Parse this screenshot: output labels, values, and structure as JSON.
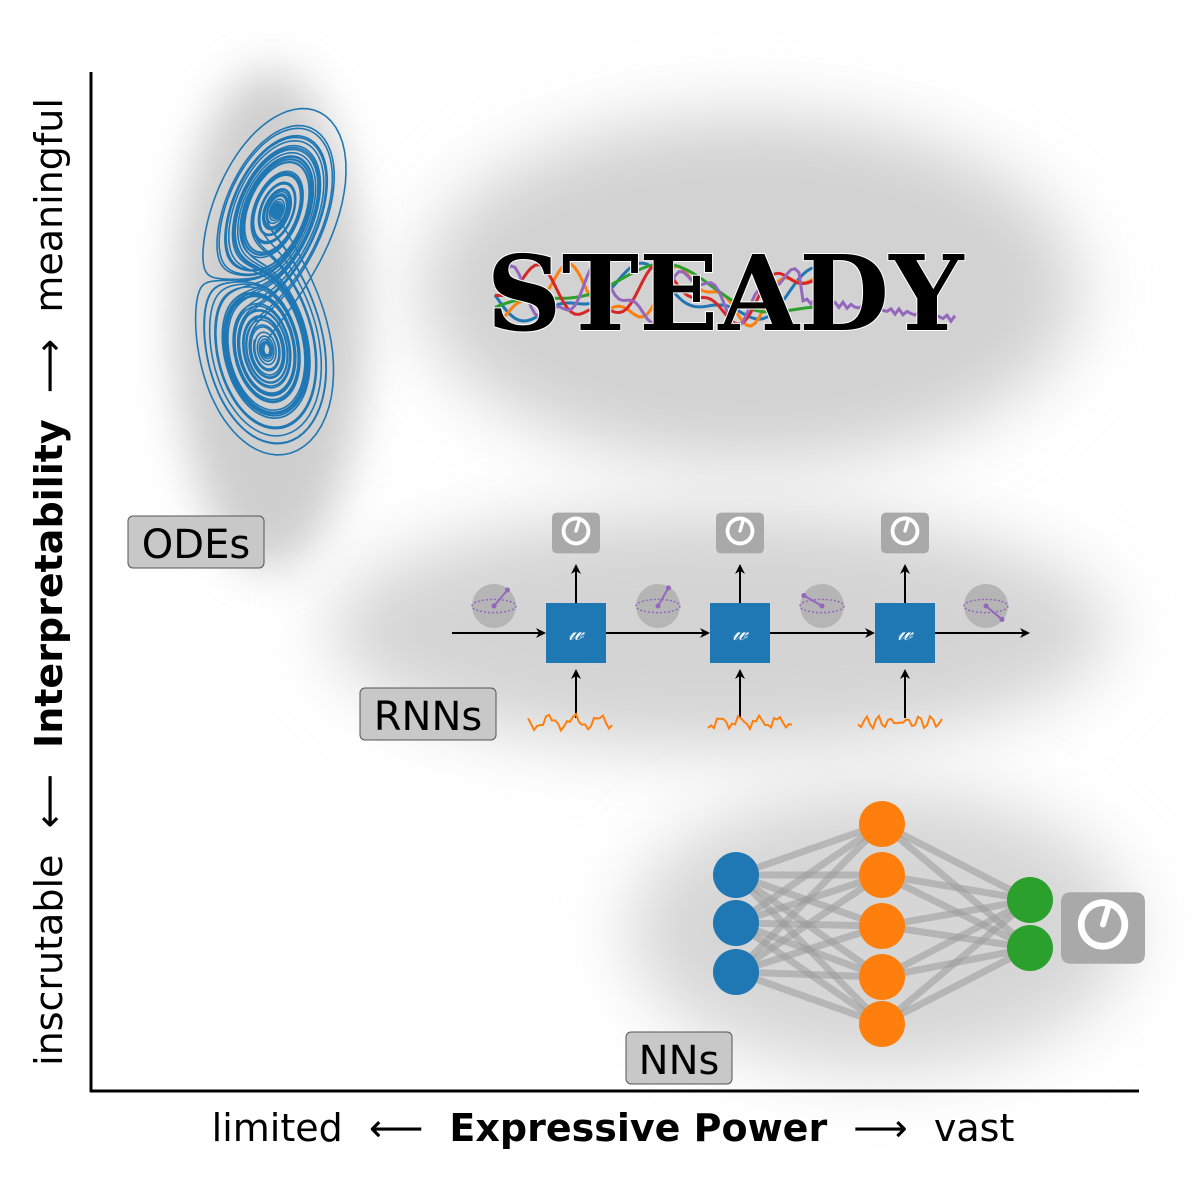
{
  "axes": {
    "x": {
      "left": "limited",
      "arrow_left": "⟵",
      "title": "Expressive Power",
      "arrow_right": "⟶",
      "right": "vast"
    },
    "y": {
      "bottom": "inscrutable",
      "arrow_bottom": "⟵",
      "title": "Interpretability",
      "arrow_top": "⟶",
      "top": "meaningful"
    }
  },
  "regions": {
    "odes": {
      "label": "ODEs",
      "icon": "lorenz-attractor"
    },
    "steady": {
      "label": "STEADY",
      "series_colors": [
        "#1f77b4",
        "#ff7f0e",
        "#2ca02c",
        "#d62728",
        "#9467bd"
      ]
    },
    "rnns": {
      "label": "RNNs",
      "cell_label": "𝓌",
      "cell_count": 3
    },
    "nns": {
      "label": "NNs",
      "layers": [
        3,
        5,
        2
      ]
    }
  },
  "colors": {
    "blue": "#1f77b4",
    "orange": "#ff7f0e",
    "green": "#2ca02c",
    "purple": "#9467bd",
    "gray_icon": "#a9a9a9",
    "label_bg": "#c8c8c8",
    "blob": "#d0d0d0"
  }
}
